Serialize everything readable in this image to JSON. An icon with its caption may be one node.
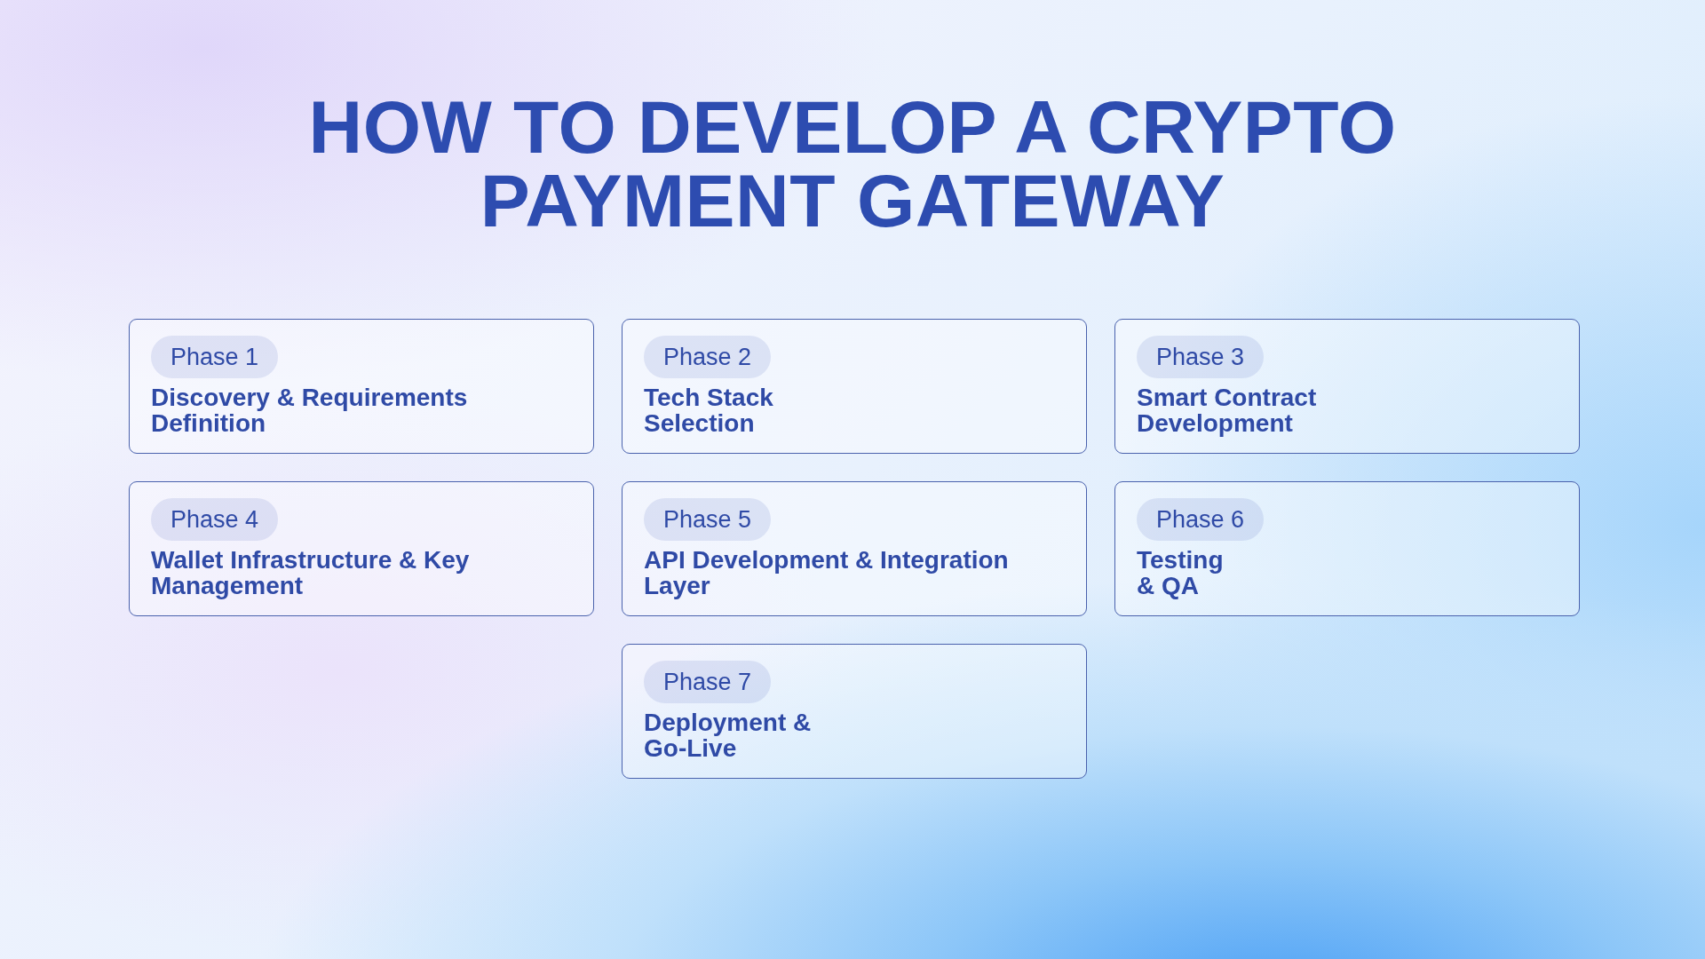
{
  "diagram": {
    "title": "HOW TO DEVELOP A CRYPTO PAYMENT GATEWAY",
    "nodes": [
      {
        "text": [
          "Phase 1",
          "Discovery & Requirements Definition"
        ]
      },
      {
        "text": [
          "Phase 2",
          "Tech Stack Selection"
        ]
      },
      {
        "text": [
          "Phase 3",
          "Smart Contract Development"
        ]
      },
      {
        "text": [
          "Phase 4",
          "Wallet Infrastructure & Key Management"
        ]
      },
      {
        "text": [
          "Phase 5",
          "API Development & Integration Layer"
        ]
      },
      {
        "text": [
          "Phase 6",
          "Testing & QA"
        ]
      },
      {
        "text": [
          "Phase 7",
          "Deployment & Go-Live"
        ]
      }
    ]
  }
}
